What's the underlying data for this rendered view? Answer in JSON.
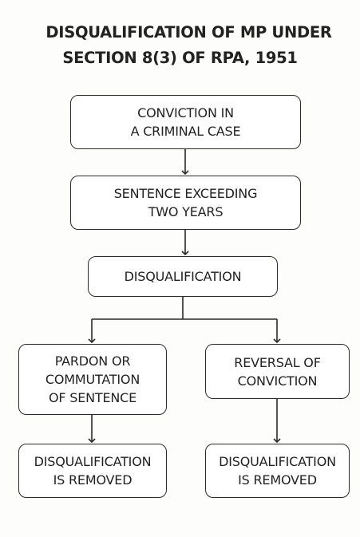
{
  "title": {
    "line1": "DISQUALIFICATION OF MP UNDER",
    "line2": "SECTION 8(3) OF RPA, 1951"
  },
  "nodes": {
    "conviction": {
      "line1": "CONVICTION IN",
      "line2": "A CRIMINAL CASE"
    },
    "sentence": {
      "line1": "SENTENCE EXCEEDING",
      "line2": "TWO YEARS"
    },
    "disqualification": {
      "line1": "DISQUALIFICATION"
    },
    "pardon": {
      "line1": "PARDON OR",
      "line2": "COMMUTATION",
      "line3": "OF SENTENCE"
    },
    "reversal": {
      "line1": "REVERSAL OF",
      "line2": "CONVICTION"
    },
    "removed_left": {
      "line1": "DISQUALIFICATION",
      "line2": "IS REMOVED"
    },
    "removed_right": {
      "line1": "DISQUALIFICATION",
      "line2": "IS REMOVED"
    }
  },
  "colors": {
    "border": "#2b2b2b",
    "text": "#222222",
    "background": "#fdfdfc"
  }
}
